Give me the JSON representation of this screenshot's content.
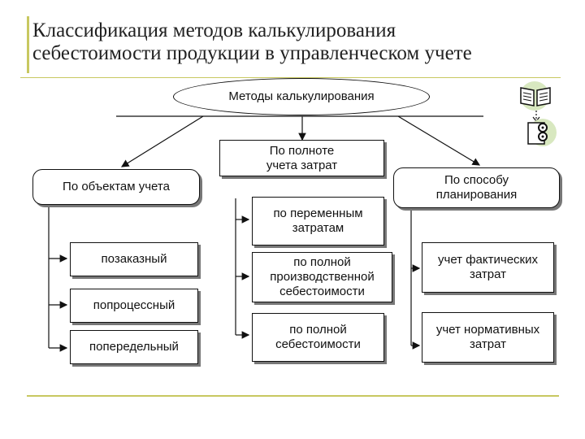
{
  "title": {
    "line1": "Классификация методов калькулирования",
    "line2": "себестоимости продукции в управленческом учете"
  },
  "diagram": {
    "root": "Методы калькулирования",
    "objects": {
      "header": "По объектам учета",
      "items": [
        "позаказный",
        "попроцессный",
        "попередельный"
      ]
    },
    "completeness": {
      "header": "По полноте\nучета затрат",
      "items": [
        "по переменным\nзатратам",
        "по полной\nпроизводственной\nсебестоимости",
        "по полной\nсебестоимости"
      ]
    },
    "planning": {
      "header": "По способу\nпланирования",
      "items": [
        "учет фактических\nзатрат",
        "учет нормативных\nзатрат"
      ]
    }
  },
  "icons": [
    "book-icon",
    "film-reel-icon"
  ],
  "colors": {
    "accent": "#c8c860",
    "icon_green": "#d8e8c0"
  }
}
